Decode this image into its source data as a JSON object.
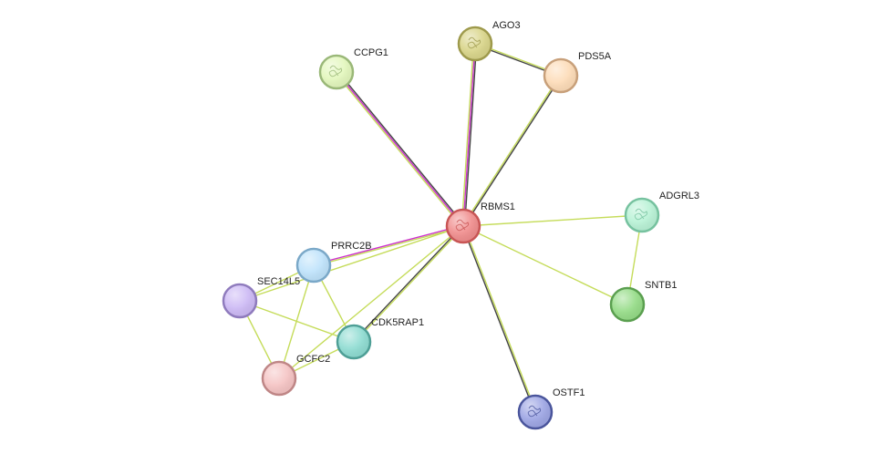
{
  "network": {
    "nodes": [
      {
        "id": "RBMS1",
        "label": "RBMS1",
        "fill": "#f08e8e",
        "stroke": "#c85555",
        "icon": "protein-structure-icon"
      },
      {
        "id": "AGO3",
        "label": "AGO3",
        "fill": "#d9d58a",
        "stroke": "#9e9a4c",
        "icon": "protein-structure-icon"
      },
      {
        "id": "PDS5A",
        "label": "PDS5A",
        "fill": "#fddcb8",
        "stroke": "#c8a07a",
        "icon": null
      },
      {
        "id": "CCPG1",
        "label": "CCPG1",
        "fill": "#e3f7bd",
        "stroke": "#9ab878",
        "icon": "protein-structure-icon"
      },
      {
        "id": "ADGRL3",
        "label": "ADGRL3",
        "fill": "#b9f2d6",
        "stroke": "#76c29f",
        "icon": "protein-structure-icon"
      },
      {
        "id": "SNTB1",
        "label": "SNTB1",
        "fill": "#96dc88",
        "stroke": "#5a9f4f",
        "icon": null
      },
      {
        "id": "PRRC2B",
        "label": "PRRC2B",
        "fill": "#bfe3fb",
        "stroke": "#7aa8c8",
        "icon": null
      },
      {
        "id": "SEC14L5",
        "label": "SEC14L5",
        "fill": "#cdbaf5",
        "stroke": "#8f7bbd",
        "icon": null
      },
      {
        "id": "CDK5RAP1",
        "label": "CDK5RAP1",
        "fill": "#8fdcd2",
        "stroke": "#4e9f96",
        "icon": null
      },
      {
        "id": "GCFC2",
        "label": "GCFC2",
        "fill": "#f5c4c4",
        "stroke": "#bf8686",
        "icon": null
      },
      {
        "id": "OSTF1",
        "label": "OSTF1",
        "fill": "#9ea6e4",
        "stroke": "#4a559c",
        "icon": "protein-structure-icon"
      }
    ],
    "edges": [
      {
        "source": "RBMS1",
        "target": "AGO3",
        "colors": [
          "#c5dc5a",
          "#cc33cc",
          "#444444"
        ]
      },
      {
        "source": "RBMS1",
        "target": "PDS5A",
        "colors": [
          "#c5dc5a",
          "#444444"
        ]
      },
      {
        "source": "RBMS1",
        "target": "CCPG1",
        "colors": [
          "#c5dc5a",
          "#cc33cc",
          "#444444"
        ]
      },
      {
        "source": "RBMS1",
        "target": "ADGRL3",
        "colors": [
          "#c5dc5a"
        ]
      },
      {
        "source": "RBMS1",
        "target": "SNTB1",
        "colors": [
          "#c5dc5a"
        ]
      },
      {
        "source": "RBMS1",
        "target": "PRRC2B",
        "colors": [
          "#c5dc5a",
          "#cc33cc"
        ]
      },
      {
        "source": "RBMS1",
        "target": "SEC14L5",
        "colors": [
          "#c5dc5a"
        ]
      },
      {
        "source": "RBMS1",
        "target": "CDK5RAP1",
        "colors": [
          "#c5dc5a",
          "#444444"
        ]
      },
      {
        "source": "RBMS1",
        "target": "GCFC2",
        "colors": [
          "#c5dc5a"
        ]
      },
      {
        "source": "RBMS1",
        "target": "OSTF1",
        "colors": [
          "#c5dc5a",
          "#444444"
        ]
      },
      {
        "source": "AGO3",
        "target": "PDS5A",
        "colors": [
          "#c5dc5a",
          "#444444"
        ]
      },
      {
        "source": "ADGRL3",
        "target": "SNTB1",
        "colors": [
          "#c5dc5a"
        ]
      },
      {
        "source": "PRRC2B",
        "target": "SEC14L5",
        "colors": [
          "#c5dc5a"
        ]
      },
      {
        "source": "PRRC2B",
        "target": "CDK5RAP1",
        "colors": [
          "#c5dc5a"
        ]
      },
      {
        "source": "PRRC2B",
        "target": "GCFC2",
        "colors": [
          "#c5dc5a"
        ]
      },
      {
        "source": "SEC14L5",
        "target": "CDK5RAP1",
        "colors": [
          "#c5dc5a"
        ]
      },
      {
        "source": "SEC14L5",
        "target": "GCFC2",
        "colors": [
          "#c5dc5a"
        ]
      },
      {
        "source": "CDK5RAP1",
        "target": "GCFC2",
        "colors": [
          "#c5dc5a"
        ]
      }
    ]
  }
}
